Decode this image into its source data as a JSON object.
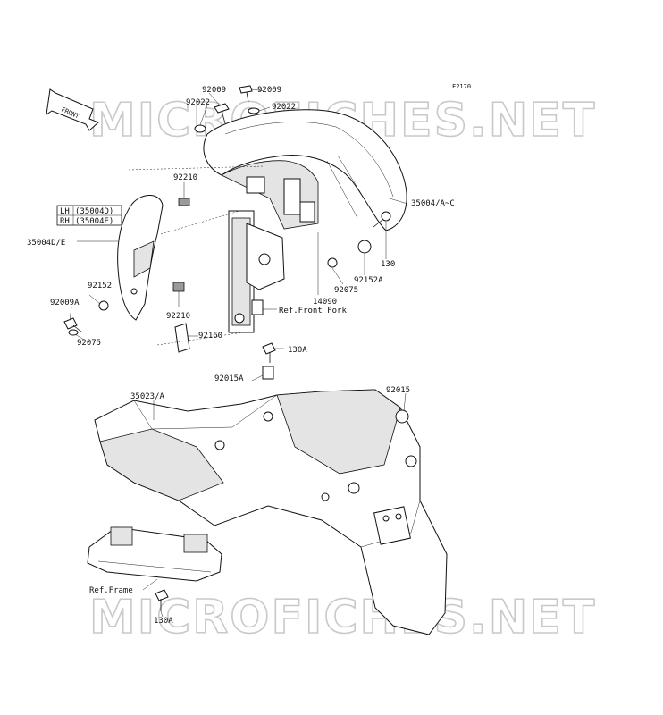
{
  "figure_code": "F2170",
  "watermark": "MICROFICHES.NET",
  "front_arrow": "FRONT",
  "legend": {
    "lh_side": "LH",
    "lh_part": "(35004D)",
    "rh_side": "RH",
    "rh_part": "(35004E)"
  },
  "labels": {
    "p92009_a": "92009",
    "p92009_b": "92009",
    "p92022_a": "92022",
    "p92022_b": "92022",
    "p92210_a": "92210",
    "p92210_b": "92210",
    "p35004ac": "35004/A~C",
    "p35004de": "35004D/E",
    "p130": "130",
    "p92152a": "92152A",
    "p92075_a": "92075",
    "p14090": "14090",
    "ref_front_fork": "Ref.Front Fork",
    "p92152": "92152",
    "p92009a": "92009A",
    "p92075_b": "92075",
    "p92160": "92160",
    "p130a_a": "130A",
    "p92015a": "92015A",
    "p35023a": "35023/A",
    "p92015": "92015",
    "ref_frame": "Ref.Frame",
    "p130a_b": "130A"
  }
}
